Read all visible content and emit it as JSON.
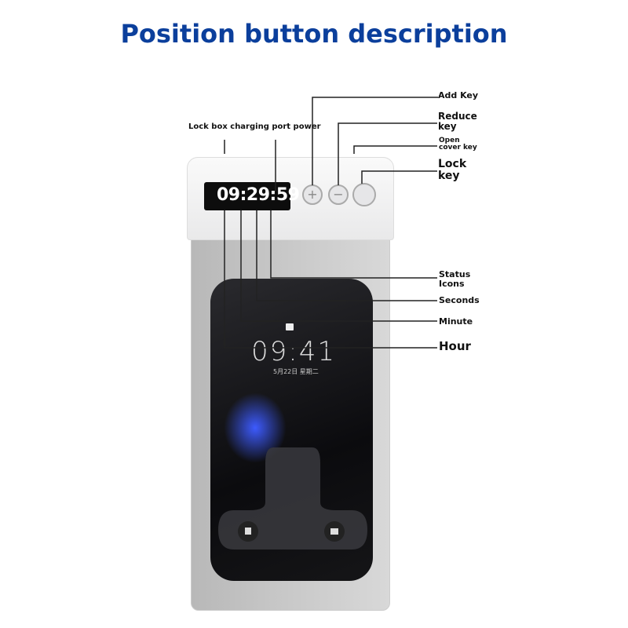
{
  "title": "Position button description",
  "device": {
    "display_time": "09:29:59",
    "buttons": {
      "add": "+",
      "reduce": "−"
    },
    "phone_time": "09:41",
    "phone_date": "5月22日 星期二"
  },
  "labels": {
    "charging_port": "Lock box charging port power",
    "add_key": "Add Key",
    "reduce_key": "Reduce key",
    "open_cover_key": "Open cover key",
    "lock_key": "Lock key",
    "status_icons": "Status Icons",
    "seconds": "Seconds",
    "minute": "Minute",
    "hour": "Hour"
  },
  "colors": {
    "title": "#0b3f9c"
  }
}
